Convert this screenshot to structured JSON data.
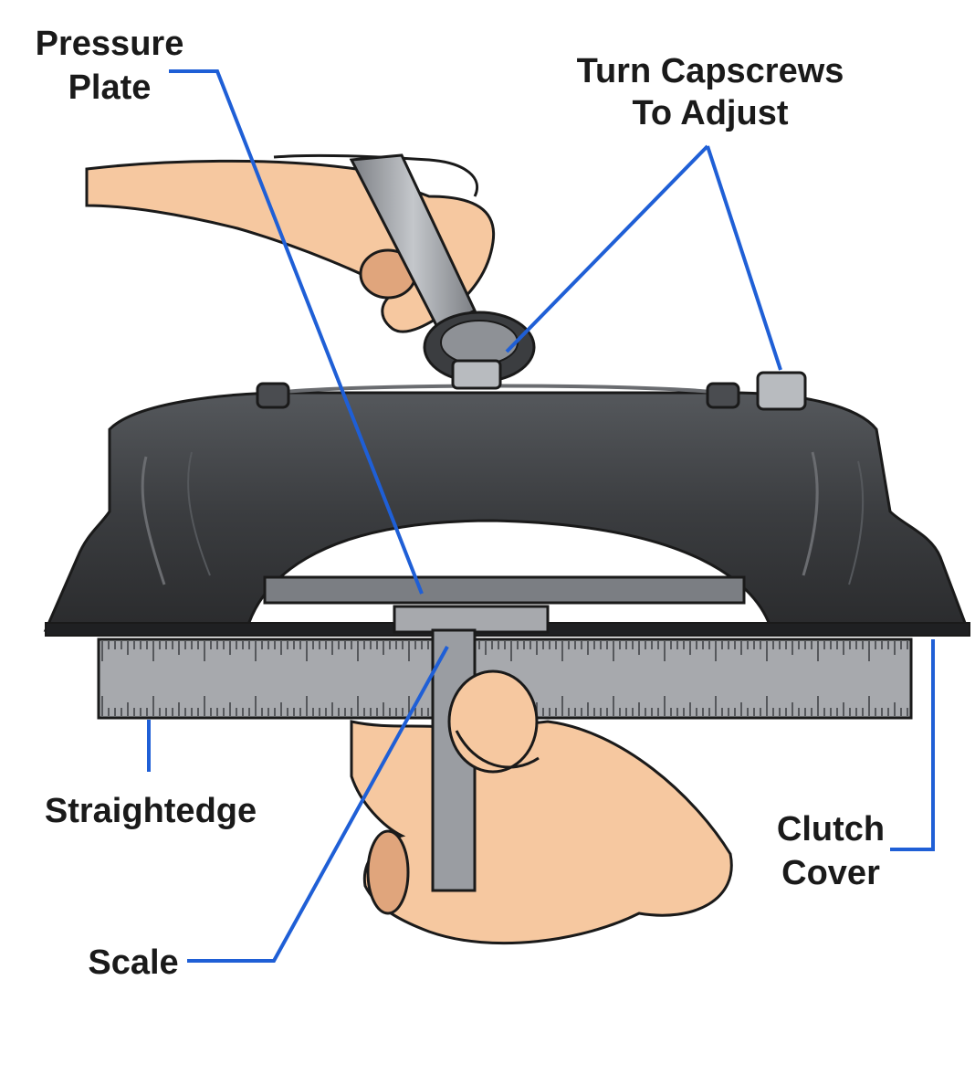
{
  "labels": {
    "pressure_plate_line1": "Pressure",
    "pressure_plate_line2": "Plate",
    "capscrews_line1": "Turn Capscrews",
    "capscrews_line2": "To Adjust",
    "straightedge": "Straightedge",
    "clutch_cover_line1": "Clutch",
    "clutch_cover_line2": "Cover",
    "scale": "Scale"
  },
  "colors": {
    "leader_line": "#1f5fd6",
    "housing": "#3b3d40",
    "housing_highlight": "#6a6c70",
    "skin": "#f6c8a0",
    "skin_shadow": "#e0a57c",
    "ruler": "#a7a9ad",
    "wrench": "#9a9da2",
    "outline": "#1a1a1a"
  }
}
